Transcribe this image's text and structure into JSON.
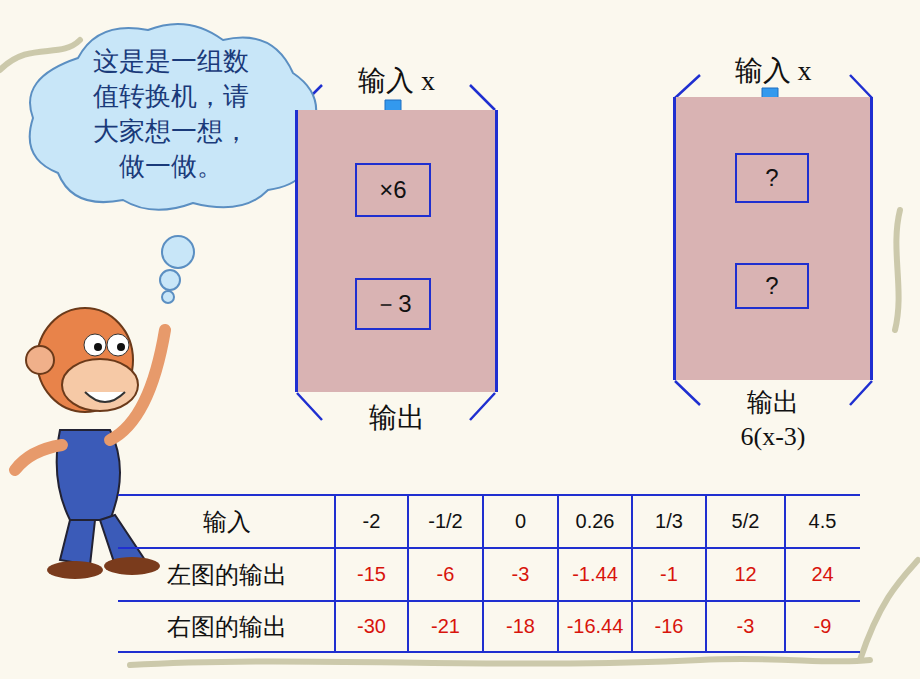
{
  "diagram": {
    "nodes": [
      {
        "text": [
          "这是是一组数值转换机，请大家想一想，做一做。"
        ]
      },
      {
        "text": [
          "输入 x",
          "输出"
        ]
      },
      {
        "text": [
          "×6"
        ],
        "in": 1
      },
      {
        "text": [
          "－3"
        ],
        "in": 1
      },
      {
        "text": [
          "输入 x",
          "输出 6(x-3)"
        ]
      },
      {
        "text": [
          "?"
        ],
        "in": 4
      },
      {
        "text": [
          "?"
        ],
        "in": 4
      }
    ],
    "edges": [
      {
        "from": 2,
        "to": 3,
        "arrow": "to"
      },
      {
        "from": 5,
        "to": 6,
        "arrow": "to"
      }
    ],
    "labels": [
      "输入",
      "-2",
      "-1/2",
      "0",
      "0.26",
      "1/3",
      "5/2",
      "4.5",
      "左图的输出",
      "-15",
      "-6",
      "-3",
      "-1.44",
      "-1",
      "12",
      "24",
      "右图的输出",
      "-30",
      "-21",
      "-18",
      "-16.44",
      "-16",
      "-3",
      "-9"
    ]
  }
}
